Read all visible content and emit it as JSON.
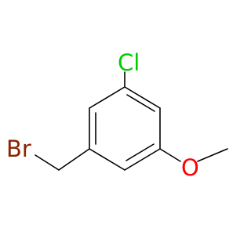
{
  "molecule": {
    "atoms": {
      "chlorine": {
        "label": "Cl",
        "color": "#00cc00"
      },
      "bromine": {
        "label": "Br",
        "color": "#8b2500"
      },
      "oxygen": {
        "label": "O",
        "color": "#ff0000"
      }
    },
    "bond_color": "#000000"
  }
}
